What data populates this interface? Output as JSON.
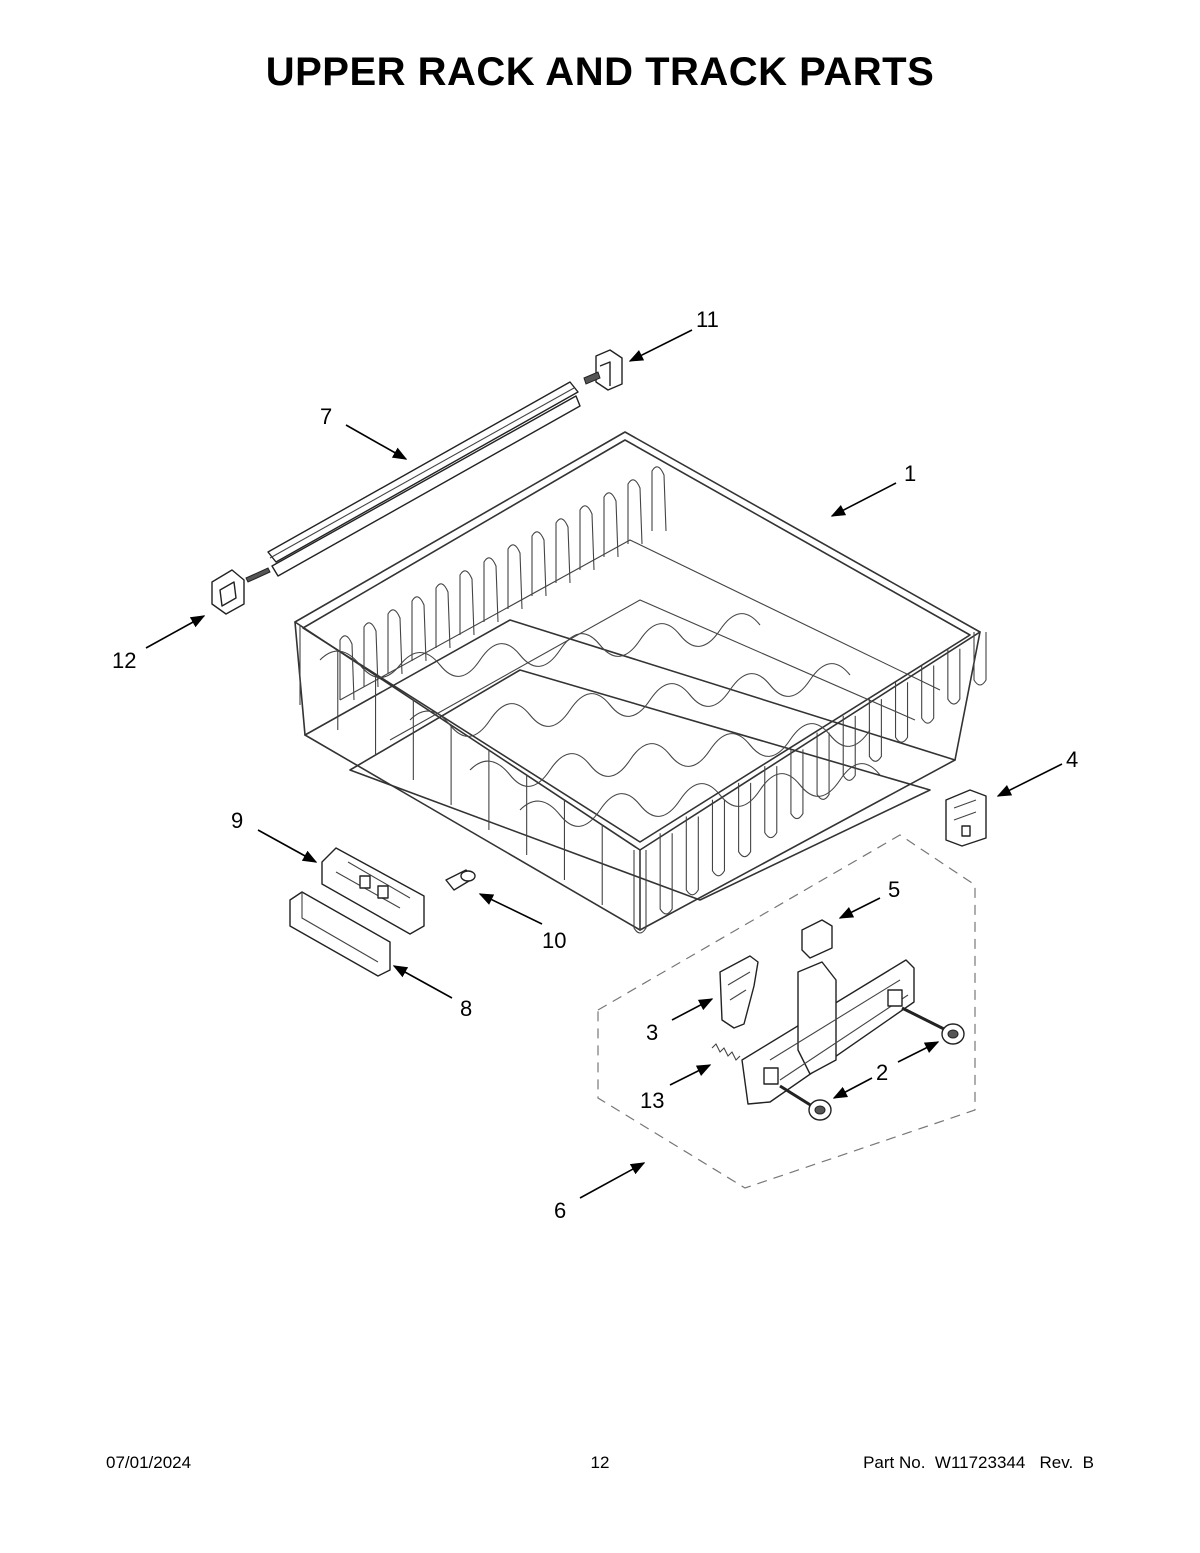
{
  "title": "UPPER RACK AND TRACK PARTS",
  "callouts": [
    "1",
    "2",
    "3",
    "4",
    "5",
    "6",
    "7",
    "8",
    "9",
    "10",
    "11",
    "12",
    "13"
  ],
  "footer": {
    "date": "07/01/2024",
    "page": "12",
    "part_label": "Part No.",
    "part_number": "W11723344",
    "rev_label": "Rev.",
    "rev": "B"
  }
}
